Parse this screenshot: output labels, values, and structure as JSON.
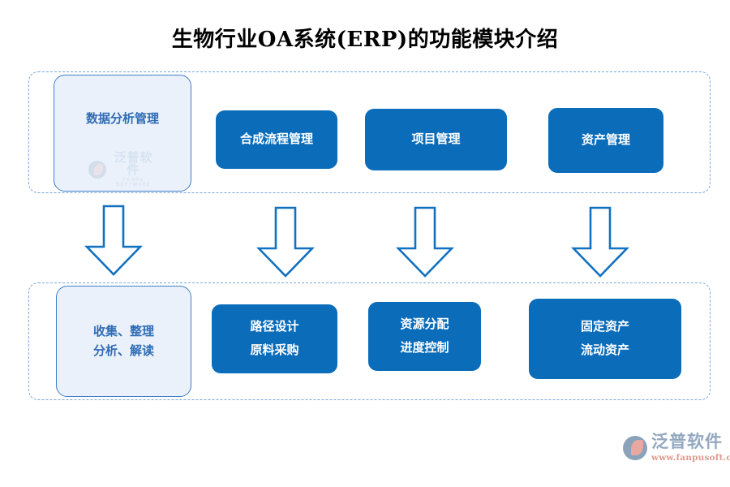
{
  "title": "生物行业OA系统(ERP)的功能模块介绍",
  "colors": {
    "solid_blue": "#0b6cba",
    "soft_fill": "#eaf1fa",
    "soft_border": "#3f80c8",
    "soft_text": "#2f6cb5",
    "dashed_border": "#7aa7dd",
    "arrow_stroke": "#1271c0",
    "title_text": "#000000"
  },
  "groups": {
    "top": {
      "name": "module-row"
    },
    "bottom": {
      "name": "detail-row"
    }
  },
  "top_row": {
    "soft_box": {
      "label": "数据分析管理"
    },
    "boxes": [
      {
        "label": "合成流程管理"
      },
      {
        "label": "项目管理"
      },
      {
        "label": "资产管理"
      }
    ]
  },
  "bottom_row": {
    "soft_box": {
      "line1": "收集、整理",
      "line2": "分析、解读"
    },
    "boxes": [
      {
        "line1": "路径设计",
        "line2": "原料采购"
      },
      {
        "line1": "资源分配",
        "line2": "进度控制"
      },
      {
        "line1": "固定资产",
        "line2": "流动资产"
      }
    ]
  },
  "arrows": {
    "count": 4,
    "direction": "down",
    "icon": "arrow-down-icon"
  },
  "watermark_center": {
    "cn": "泛普软件",
    "en": "FANPU SOFTWARE",
    "icon": "fanpu-logo-icon"
  },
  "logo": {
    "cn": "泛普软件",
    "url": "www.fanpusoft.com",
    "icon": "fanpu-logo-icon"
  }
}
